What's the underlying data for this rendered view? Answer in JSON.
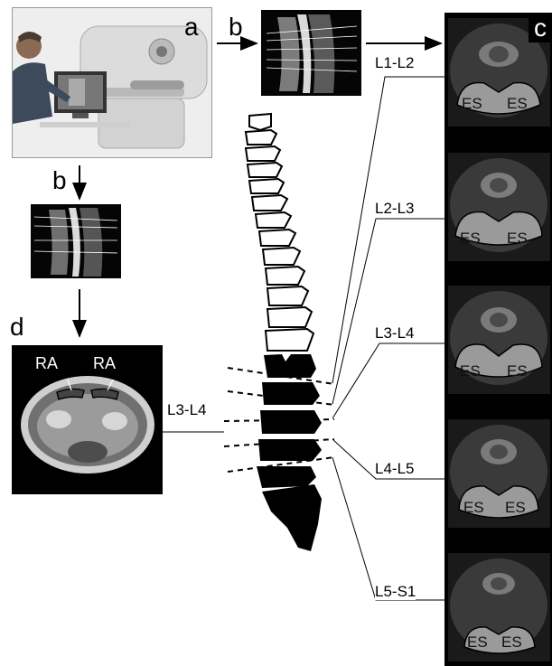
{
  "panels": {
    "a": "a",
    "b_top": "b",
    "b_left": "b",
    "c": "c",
    "d": "d"
  },
  "levels": {
    "l1_l2": "L1-L2",
    "l2_l3": "L2-L3",
    "l3_l4": "L3-L4",
    "l4_l5": "L4-L5",
    "l5_s1": "L5-S1",
    "d_level": "L3-L4"
  },
  "muscle_labels": {
    "erector_spinae": "ES",
    "rectus_abdominis": "RA"
  }
}
